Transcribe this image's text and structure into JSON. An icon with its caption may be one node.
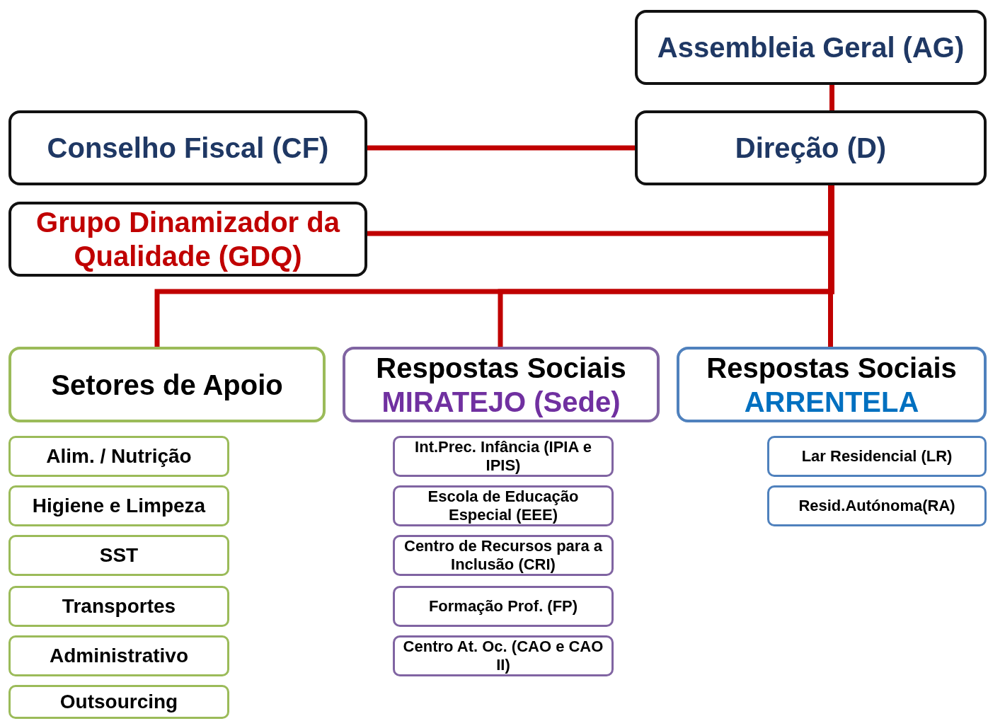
{
  "diagram": {
    "nodes": [
      {
        "text": [
          "Assembleia Geral (AG)"
        ]
      },
      {
        "text": [
          "Conselho Fiscal (CF)"
        ]
      },
      {
        "text": [
          "Direção (D)"
        ]
      },
      {
        "text": [
          "Grupo Dinamizador da Qualidade (GDQ)"
        ]
      },
      {
        "text": [
          "Setores de Apoio"
        ]
      },
      {
        "text": [
          "Respostas Sociais",
          "MIRATEJO (Sede)"
        ]
      },
      {
        "text": [
          "Respostas Sociais",
          "ARRENTELA"
        ]
      },
      {
        "text": [
          "Alim. / Nutrição"
        ]
      },
      {
        "text": [
          "Higiene e Limpeza"
        ]
      },
      {
        "text": [
          "SST"
        ]
      },
      {
        "text": [
          "Transportes"
        ]
      },
      {
        "text": [
          "Administrativo"
        ]
      },
      {
        "text": [
          "Outsourcing"
        ]
      },
      {
        "text": [
          "Int.Prec. Infância (IPIA e IPIS)"
        ]
      },
      {
        "text": [
          "Escola de Educação Especial (EEE)"
        ]
      },
      {
        "text": [
          "Centro de Recursos para a Inclusão (CRI)"
        ]
      },
      {
        "text": [
          "Formação Prof. (FP)"
        ]
      },
      {
        "text": [
          "Centro At. Oc. (CAO e CAO II)"
        ]
      },
      {
        "text": [
          "Lar Residencial (LR)"
        ]
      },
      {
        "text": [
          "Resid.Autónoma(RA)"
        ]
      }
    ],
    "edges": [
      {
        "from": 0,
        "to": 2,
        "arrow": "none"
      },
      {
        "from": 1,
        "to": 2,
        "arrow": "none"
      },
      {
        "from": 3,
        "to": 2,
        "arrow": "none"
      },
      {
        "from": 4,
        "to": 2,
        "arrow": "none"
      },
      {
        "from": 5,
        "to": 2,
        "arrow": "none"
      },
      {
        "from": 6,
        "to": 2,
        "arrow": "none"
      }
    ]
  }
}
